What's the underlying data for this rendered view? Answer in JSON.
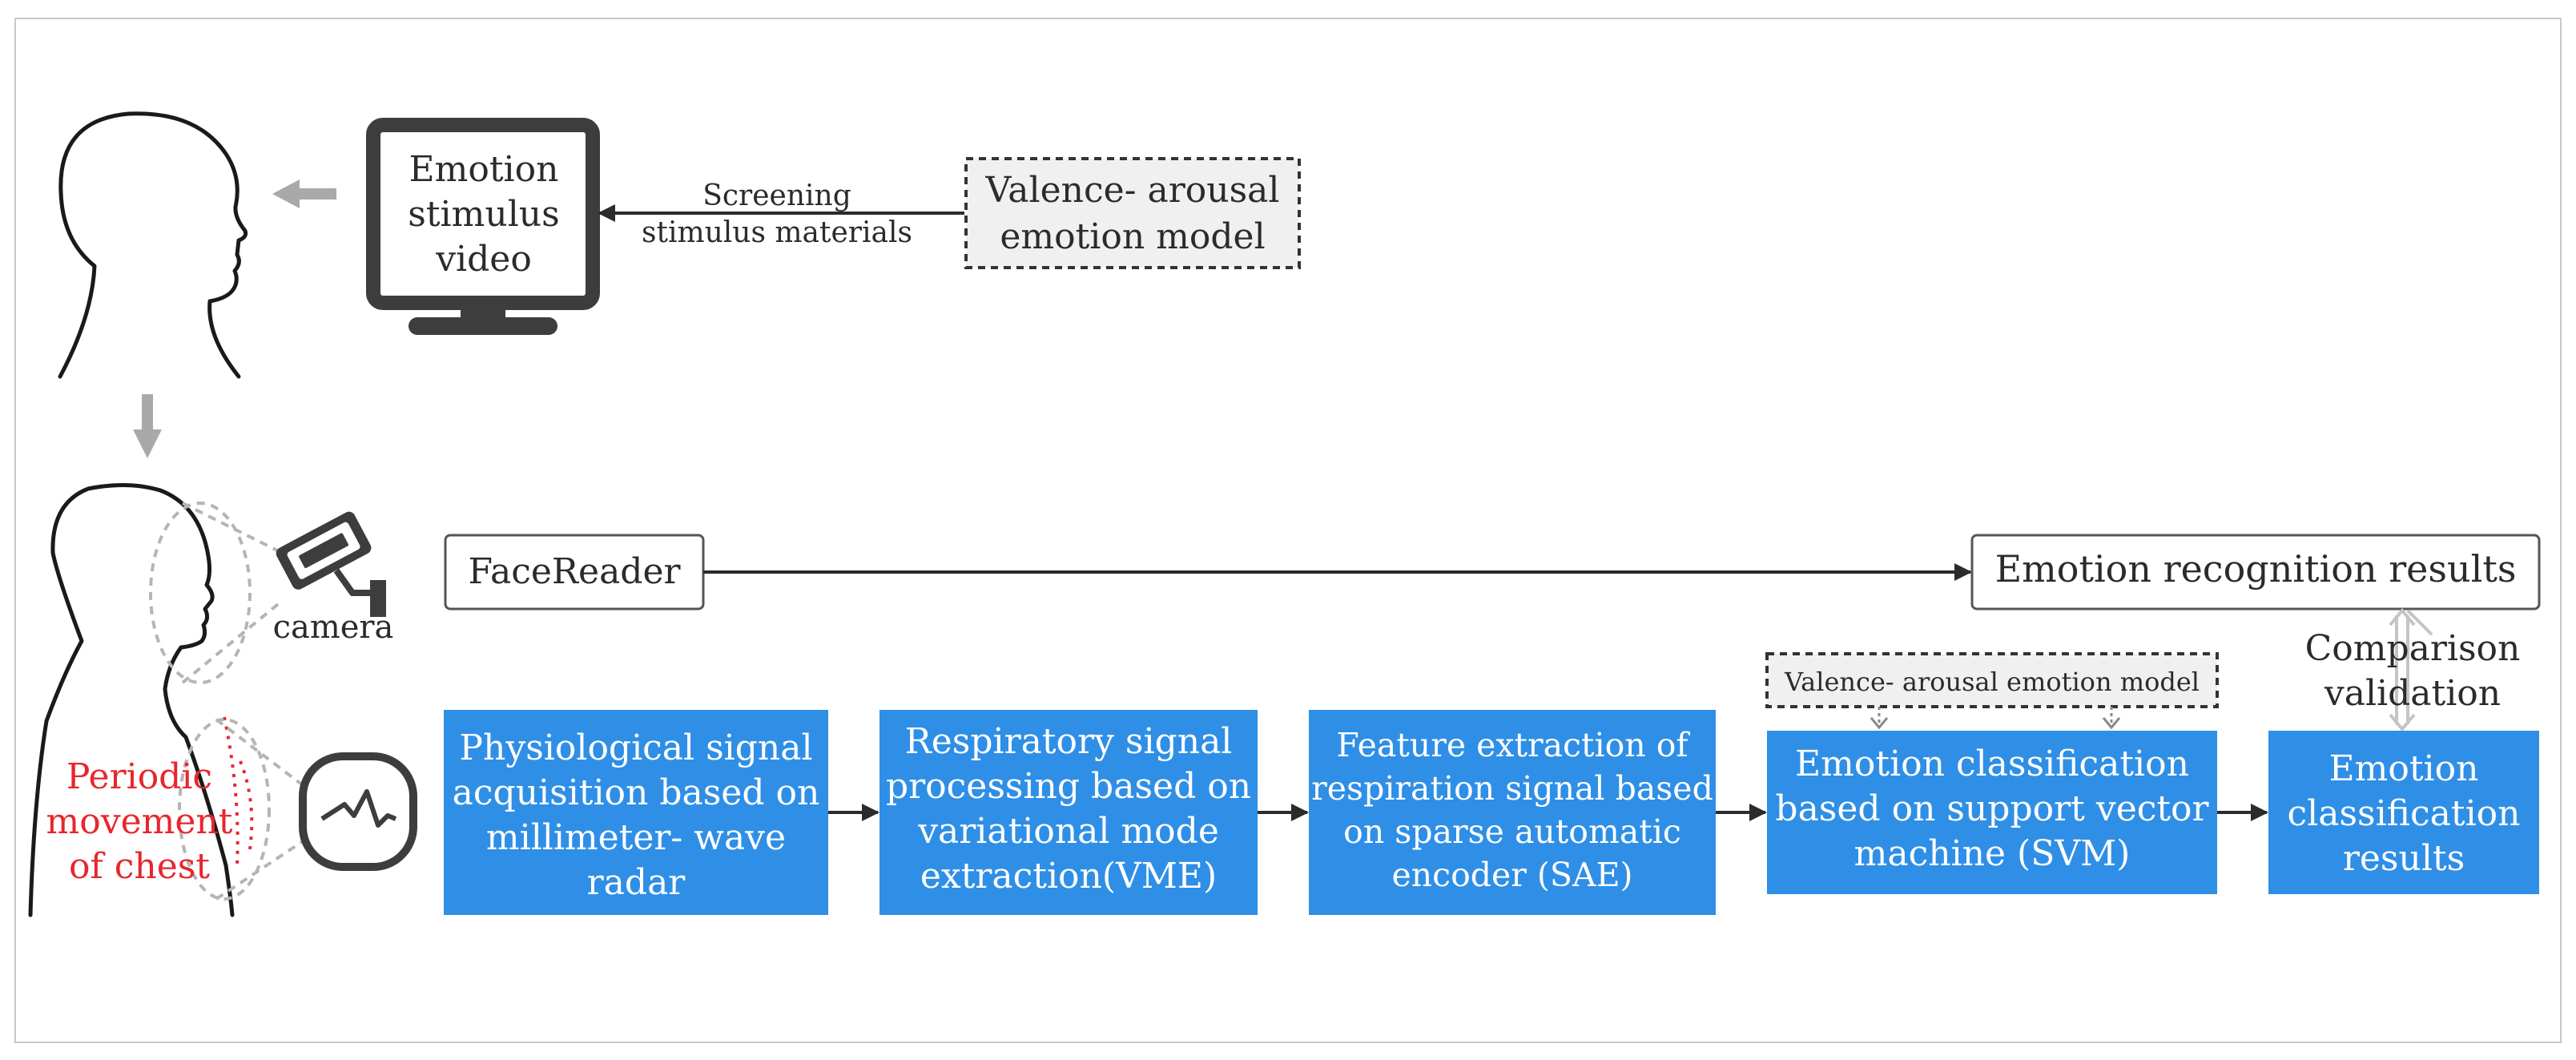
{
  "top": {
    "monitor_lines": [
      "Emotion",
      "stimulus",
      "video"
    ],
    "screening_lines": [
      "Screening",
      "stimulus materials"
    ],
    "valence_model_lines": [
      "Valence- arousal",
      "emotion model"
    ]
  },
  "sensing": {
    "camera_label": "camera",
    "chest_lines": [
      "Periodic",
      "movement",
      "of chest"
    ]
  },
  "facereader": "FaceReader",
  "recognition_results": "Emotion recognition results",
  "comparison_lines": [
    "Comparison",
    "validation"
  ],
  "svm_model_label": "Valence- arousal emotion model",
  "pipeline": [
    {
      "lines": [
        "Physiological signal",
        "acquisition based on",
        "millimeter- wave",
        "radar"
      ]
    },
    {
      "lines": [
        "Respiratory signal",
        "processing based on",
        "variational mode",
        "extraction(VME)"
      ]
    },
    {
      "lines": [
        "Feature extraction of",
        "respiration signal based",
        "on  sparse automatic",
        "encoder (SAE)"
      ]
    },
    {
      "lines": [
        "Emotion classification",
        "based on support vector",
        "machine (SVM)"
      ]
    },
    {
      "lines": [
        "Emotion",
        "classification",
        "results"
      ]
    }
  ],
  "colors": {
    "box_blue": "#2f8fe6",
    "chest_red": "#e8262d",
    "arrow_gray": "#a9a9a9",
    "ink": "#2b2b2b"
  }
}
